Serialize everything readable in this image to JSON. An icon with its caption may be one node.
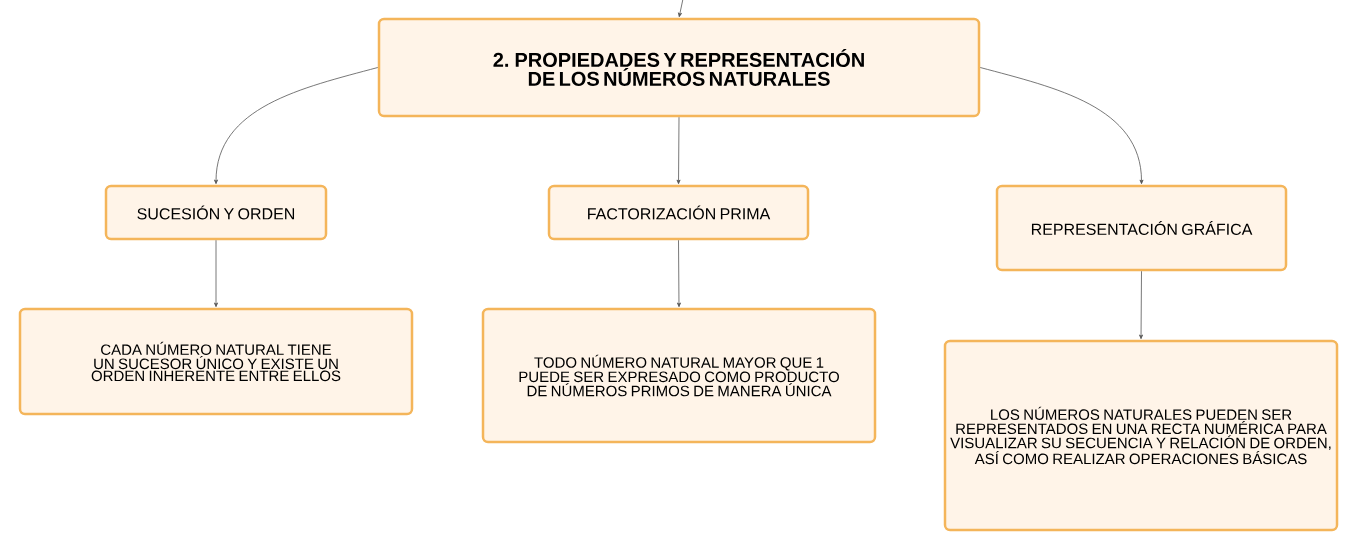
{
  "diagram": {
    "nodes": [
      {
        "text": [
          "2. PROPIEDADES Y REPRESENTACIÓN DE LOS NÚMEROS NATURALES"
        ]
      },
      {
        "text": [
          "SUCESIÓN Y ORDEN"
        ]
      },
      {
        "text": [
          "FACTORIZACIÓN PRIMA"
        ]
      },
      {
        "text": [
          "REPRESENTACIÓN GRÁFICA"
        ]
      },
      {
        "text": [
          "CADA NÚMERO NATURAL TIENE UN SUCESOR ÚNICO Y EXISTE UN ORDEN INHERENTE ENTRE ELLOS"
        ]
      },
      {
        "text": [
          "TODO NÚMERO NATURAL MAYOR QUE 1 PUEDE SER EXPRESADO COMO PRODUCTO DE NÚMEROS PRIMOS DE MANERA ÚNICA"
        ]
      },
      {
        "text": [
          "LOS NÚMEROS NATURALES PUEDEN SER REPRESENTADOS EN UNA RECTA NUMÉRICA PARA VISUALIZAR SU SECUENCIA Y RELACIÓN DE ORDEN, ASÍ COMO REALIZAR OPERACIONES BÁSICAS"
        ]
      }
    ],
    "edges": [
      {
        "from": null,
        "to": 0,
        "arrow": "to"
      },
      {
        "from": 0,
        "to": 1,
        "arrow": "to"
      },
      {
        "from": 0,
        "to": 2,
        "arrow": "to"
      },
      {
        "from": 0,
        "to": 3,
        "arrow": "to"
      },
      {
        "from": 1,
        "to": 4,
        "arrow": "to"
      },
      {
        "from": 2,
        "to": 5,
        "arrow": "to"
      },
      {
        "from": 3,
        "to": 6,
        "arrow": "to"
      }
    ]
  }
}
